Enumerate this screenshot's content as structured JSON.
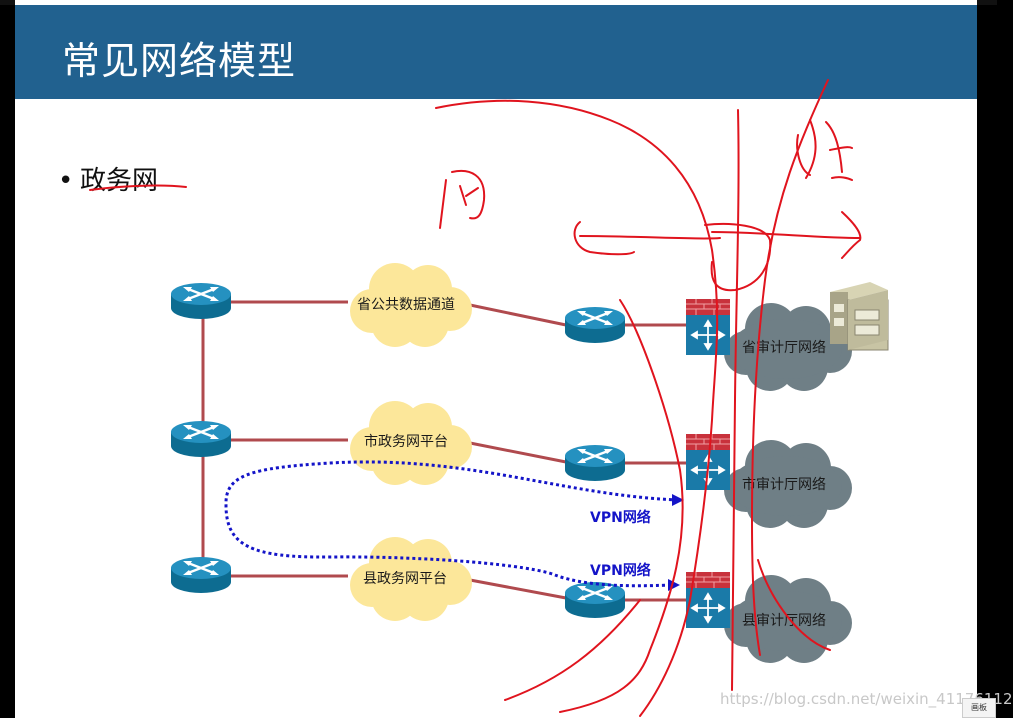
{
  "slide": {
    "title": "常见网络模型",
    "bullet": "政务网"
  },
  "clouds": {
    "province_data": "省公共数据通道",
    "city_platform": "市政务网平台",
    "county_platform": "县政务网平台"
  },
  "networks": {
    "province_audit": "省审计厅网络",
    "city_audit": "市审计厅网络",
    "county_audit": "县审计厅网络"
  },
  "vpn": {
    "label_1": "VPN网络",
    "label_2": "VPN网络"
  },
  "footer": {
    "watermark": "https://blog.csdn.net/weixin_41176112",
    "panel": "画板"
  },
  "colors": {
    "header_bg": "#21618f",
    "link": "#b04a4e",
    "vpn": "#1414c8",
    "annotation": "#e0141e",
    "cloud_fill": "#fce79a",
    "gray_cloud": "#6f7f86"
  },
  "icons": {
    "router": "router-icon",
    "firewall": "firewall-icon",
    "server": "server-icon"
  }
}
